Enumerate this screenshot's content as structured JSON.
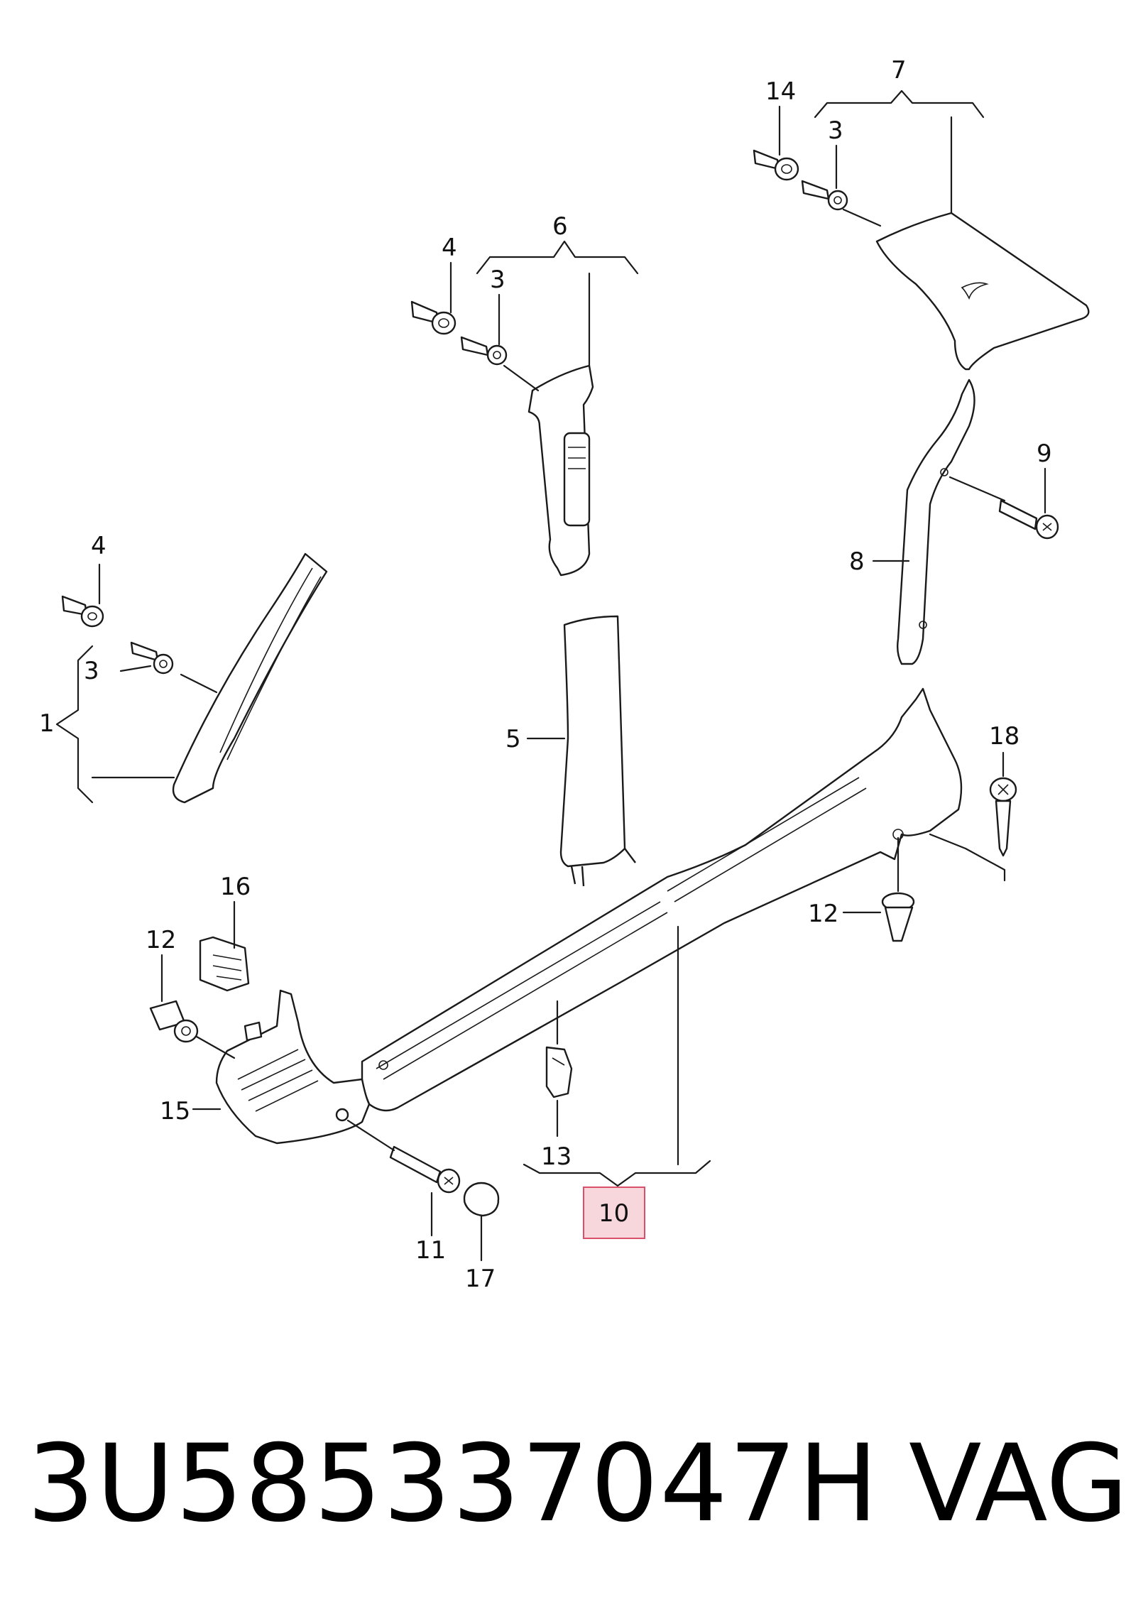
{
  "callouts": {
    "c1": "1",
    "c3a": "3",
    "c4a": "4",
    "c3b": "3",
    "c4b": "4",
    "c5": "5",
    "c6": "6",
    "c3c": "3",
    "c14": "14",
    "c7": "7",
    "c8": "8",
    "c9": "9",
    "c10": "10",
    "c11": "11",
    "c12a": "12",
    "c12b": "12",
    "c13": "13",
    "c15": "15",
    "c16": "16",
    "c17": "17",
    "c18": "18"
  },
  "highlighted_callout": "10",
  "footer": {
    "part_number": "3U585337047H",
    "brand": "VAG"
  },
  "colors": {
    "highlight_fill": "#f7d6dc",
    "highlight_border": "#d9506a",
    "line": "#1a1a1a"
  }
}
